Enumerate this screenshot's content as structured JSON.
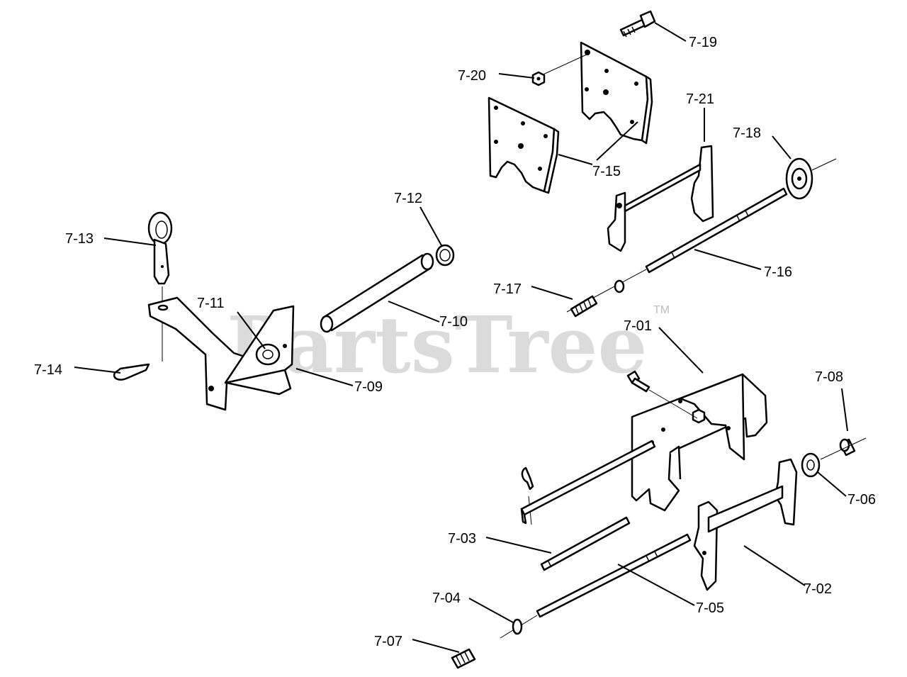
{
  "watermark": {
    "text": "PartsTree",
    "trademark": "TM"
  },
  "labels": [
    {
      "id": "7-01",
      "text": "7-01"
    },
    {
      "id": "7-02",
      "text": "7-02"
    },
    {
      "id": "7-03",
      "text": "7-03"
    },
    {
      "id": "7-04",
      "text": "7-04"
    },
    {
      "id": "7-05",
      "text": "7-05"
    },
    {
      "id": "7-06",
      "text": "7-06"
    },
    {
      "id": "7-07",
      "text": "7-07"
    },
    {
      "id": "7-08",
      "text": "7-08"
    },
    {
      "id": "7-09",
      "text": "7-09"
    },
    {
      "id": "7-10",
      "text": "7-10"
    },
    {
      "id": "7-11",
      "text": "7-11"
    },
    {
      "id": "7-12",
      "text": "7-12"
    },
    {
      "id": "7-13",
      "text": "7-13"
    },
    {
      "id": "7-14",
      "text": "7-14"
    },
    {
      "id": "7-15",
      "text": "7-15"
    },
    {
      "id": "7-16",
      "text": "7-16"
    },
    {
      "id": "7-17",
      "text": "7-17"
    },
    {
      "id": "7-18",
      "text": "7-18"
    },
    {
      "id": "7-19",
      "text": "7-19"
    },
    {
      "id": "7-20",
      "text": "7-20"
    },
    {
      "id": "7-21",
      "text": "7-21"
    }
  ]
}
